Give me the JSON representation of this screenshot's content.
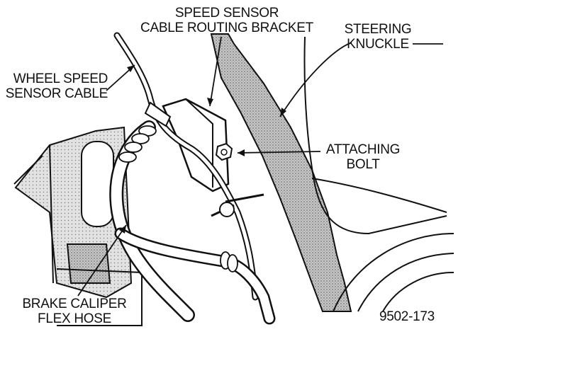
{
  "labels": {
    "speed_sensor_bracket": [
      "SPEED SENSOR",
      "CABLE ROUTING BRACKET"
    ],
    "steering_knuckle": [
      "STEERING",
      "KNUCKLE"
    ],
    "wheel_speed_sensor_cable": [
      "WHEEL SPEED",
      "SENSOR CABLE"
    ],
    "attaching_bolt": [
      "ATTACHING",
      "BOLT"
    ],
    "brake_caliper_flex_hose": [
      "BRAKE CALIPER",
      "FLEX HOSE"
    ]
  },
  "figure_number": "9502-173",
  "colors": {
    "ink": "#111111",
    "shade": "#9a9a9a",
    "background": "#ffffff"
  }
}
